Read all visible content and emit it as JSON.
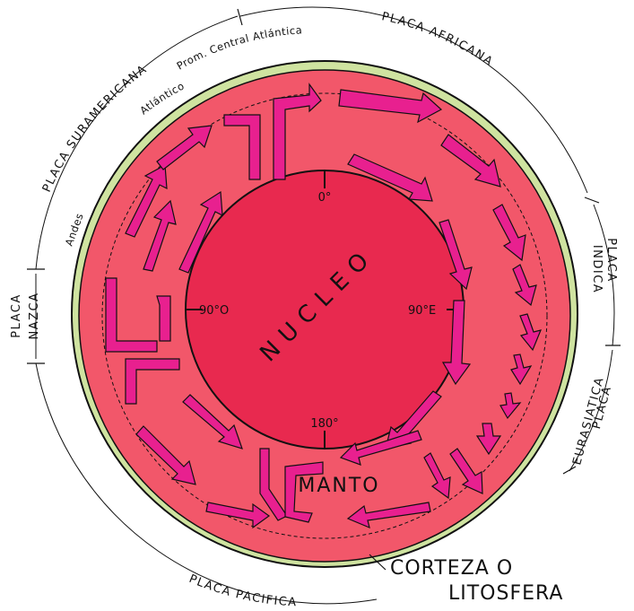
{
  "core": {
    "label": "NUCLEO"
  },
  "degrees": {
    "top": "0°",
    "left": "90°O",
    "right": "90°E",
    "bottom": "180°"
  },
  "mantle": {
    "label": "MANTO"
  },
  "crust": {
    "line1": "CORTEZA O",
    "line2": "LITOSFERA"
  },
  "plates": {
    "south_american": "PLACA SURAMERICANA",
    "african": "PLACA AFRICANA",
    "indian_1": "PLACA",
    "indian_2": "INDICA",
    "eurasian_1": "PLACA",
    "eurasian_2": "EURASIATICA",
    "pacific": "PLACA PACIFICA",
    "nazca_1": "PLACA",
    "nazca_2": "NAZCA"
  },
  "features": {
    "ridge": "Prom. Central Atlántica",
    "atlantic": "Atlántico",
    "andes": "Andes"
  },
  "colors": {
    "core": "#e8294f",
    "mantle": "#f2576a",
    "crust": "#cfe3a0",
    "arrow": "#e8208f",
    "outline": "#111111"
  }
}
